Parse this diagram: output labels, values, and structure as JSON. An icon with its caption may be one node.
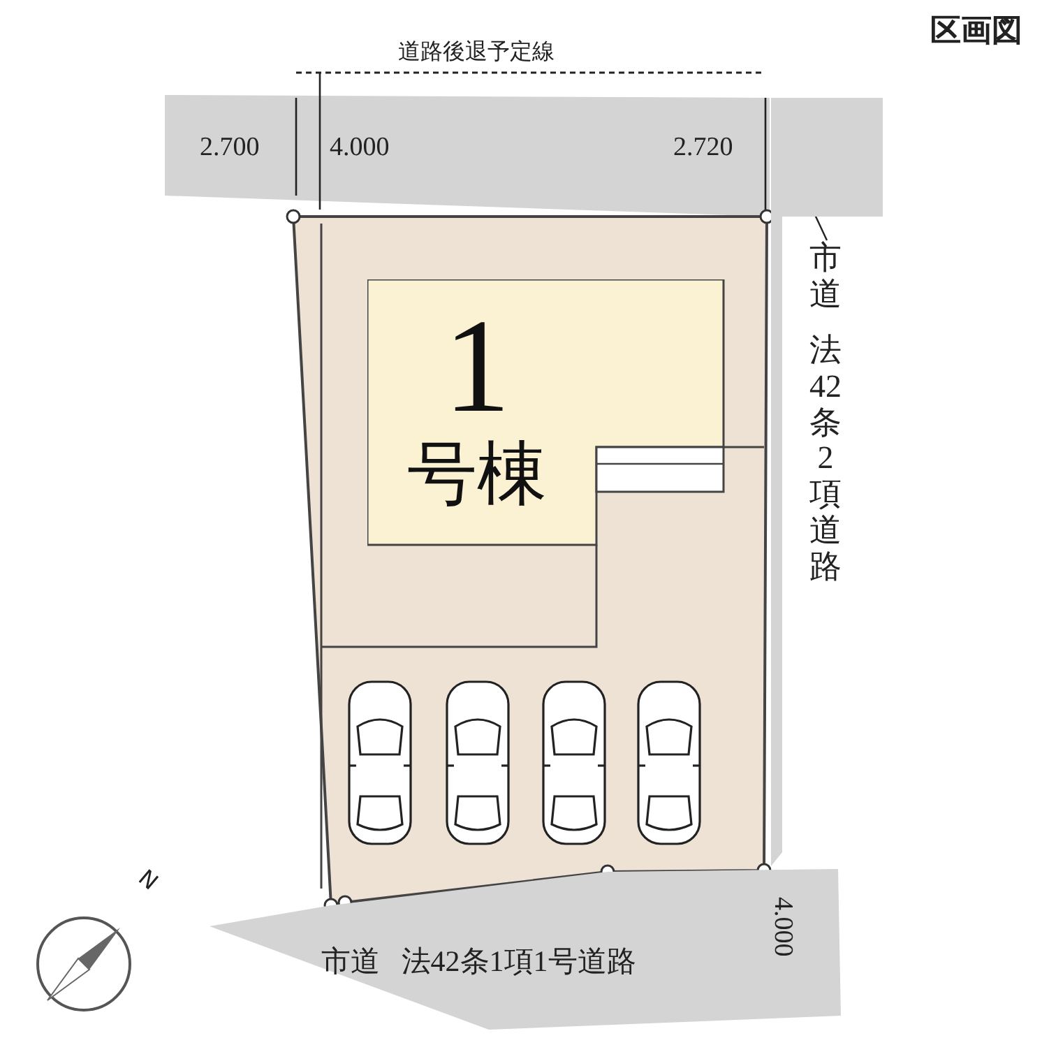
{
  "diagram": {
    "title": "区画図",
    "nodes": [
      {
        "text": [
          "1号棟"
        ]
      },
      {
        "text": [
          "市道 法42条1項1号道路"
        ]
      },
      {
        "text": [
          "市道",
          "法42条2項道路"
        ]
      },
      {
        "text": [],
        "shape": "box"
      }
    ],
    "edges": [
      {
        "from": 2,
        "to": 3,
        "arrow": "none"
      }
    ],
    "labels": [
      "道路後退予定線",
      "2.700",
      "4.000",
      "2.720",
      "4.000",
      "N"
    ]
  }
}
